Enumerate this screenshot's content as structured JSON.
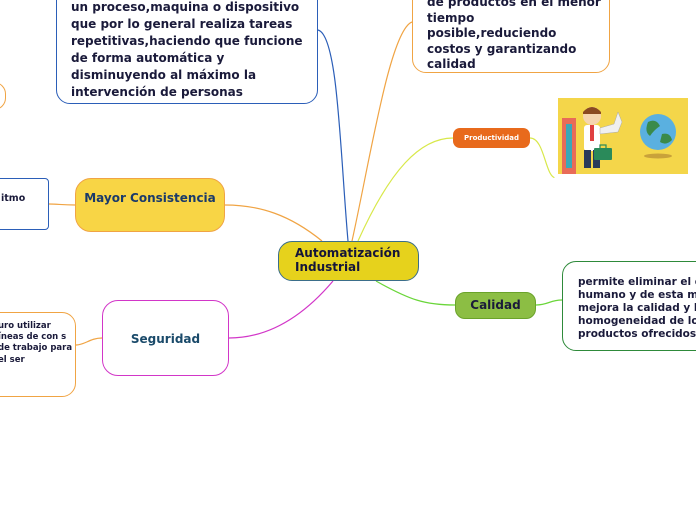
{
  "central": {
    "title": "Automatización Industrial"
  },
  "top_left_desc": {
    "text": "un proceso,maquina o dispositivo que por lo general realiza tareas repetitivas,haciendo que funcione de forma automática y disminuyendo al máximo la intervención de personas"
  },
  "top_right_desc": {
    "text": "de productos en el menor tiempo posible,reduciendo costos y garantizando calidad"
  },
  "productividad": {
    "label": "Productividad"
  },
  "calidad": {
    "label": "Calidad",
    "desc": "permite eliminar el e humano y de esta m mejora la calidad y l homogeneidad de lo productos ofrecidos"
  },
  "mayor_consistencia": {
    "label": "Mayor Consistencia",
    "desc": "itmo"
  },
  "seguridad": {
    "label": "Seguridad",
    "desc": "uro utilizar íneas de con s de trabajo para el ser"
  },
  "icons": [
    "businessman-megaphone-illustration",
    "globe-icon",
    "briefcase-icon"
  ],
  "colors": {
    "central_fill": "#e6d21c",
    "productividad_fill": "#e86a1c",
    "calidad_fill": "#8cbe44",
    "mayor_fill": "#f8d545",
    "seguridad_border": "#d236c8",
    "link_blue": "#2b5eb8",
    "link_orange": "#f0a444",
    "link_yellow_green": "#d8e84a",
    "link_green": "#6ad63a",
    "link_magenta": "#d236c8"
  }
}
